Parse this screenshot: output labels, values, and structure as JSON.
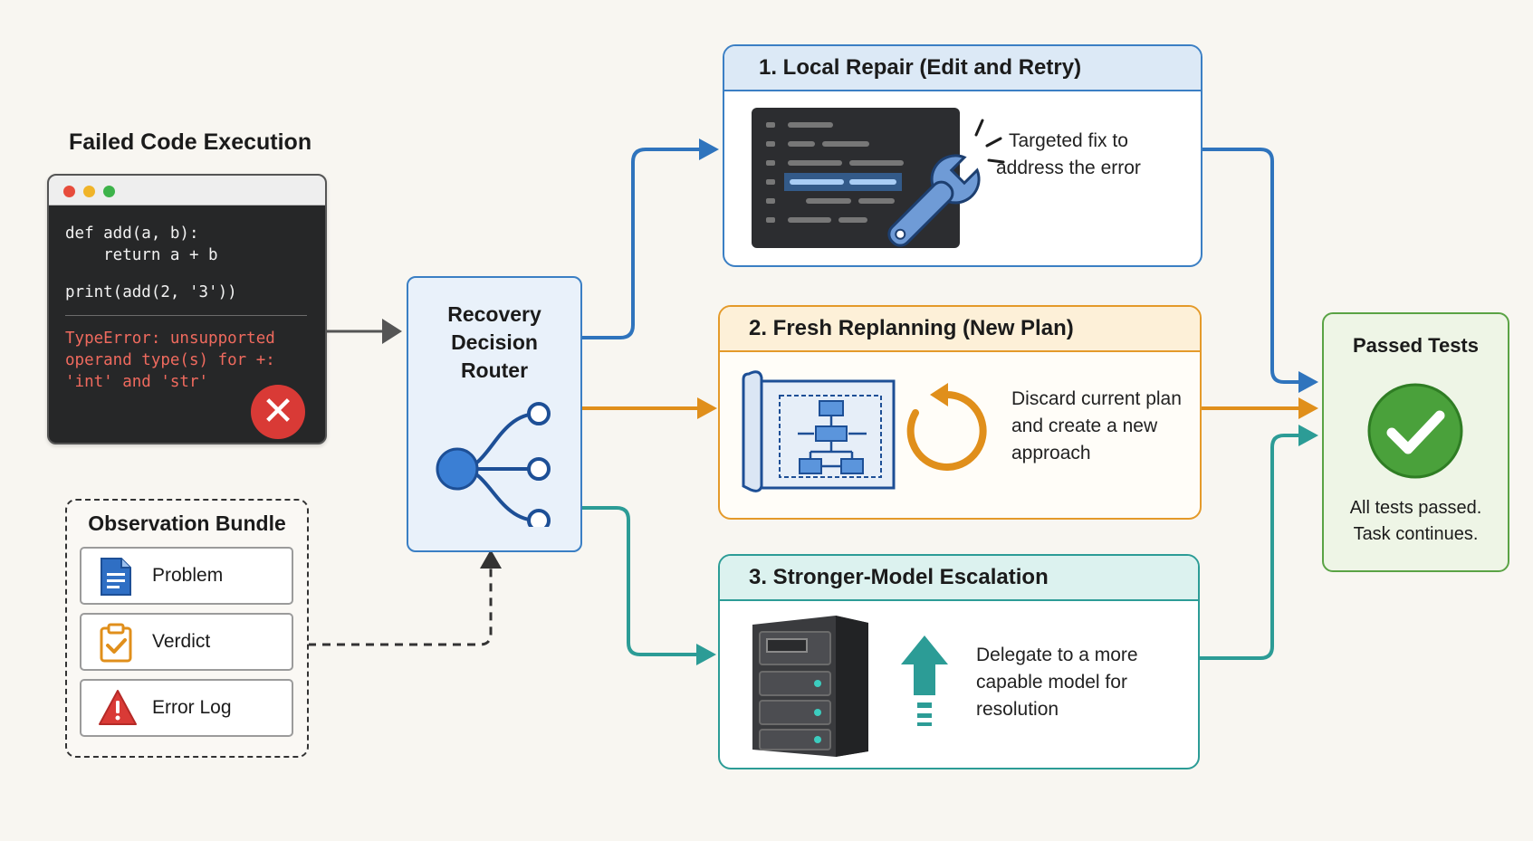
{
  "failed_code": {
    "title": "Failed Code Execution",
    "code_lines": [
      "def add(a, b):",
      "    return a + b",
      "print(add(2, '3'))"
    ],
    "error_lines": [
      "TypeError: unsupported",
      "operand type(s) for +:",
      "'int' and 'str'"
    ]
  },
  "observation_bundle": {
    "title": "Observation Bundle",
    "items": [
      {
        "label": "Problem",
        "icon": "document-icon"
      },
      {
        "label": "Verdict",
        "icon": "clipboard-check-icon"
      },
      {
        "label": "Error Log",
        "icon": "warning-icon"
      }
    ]
  },
  "router": {
    "title_lines": [
      "Recovery",
      "Decision",
      "Router"
    ],
    "icon": "branching-router-icon"
  },
  "strategies": [
    {
      "title": "1.  Local Repair (Edit and Retry)",
      "desc_lines": [
        "Targeted fix to",
        "address the error"
      ],
      "icon": "code-wrench-icon",
      "color": "#3b7fc4"
    },
    {
      "title": "2. Fresh Replanning (New Plan)",
      "desc_lines": [
        "Discard current plan",
        "and create a new",
        "approach"
      ],
      "icon": "blueprint-refresh-icon",
      "color": "#e49a2a"
    },
    {
      "title": "3. Stronger-Model Escalation",
      "desc_lines": [
        "Delegate to a more",
        "capable model for",
        "resolution"
      ],
      "icon": "server-up-arrow-icon",
      "color": "#2c9c96"
    }
  ],
  "passed": {
    "title": "Passed Tests",
    "msg_lines": [
      "All tests passed.",
      "Task continues."
    ],
    "icon": "check-circle-icon",
    "color": "#4aa13b"
  }
}
